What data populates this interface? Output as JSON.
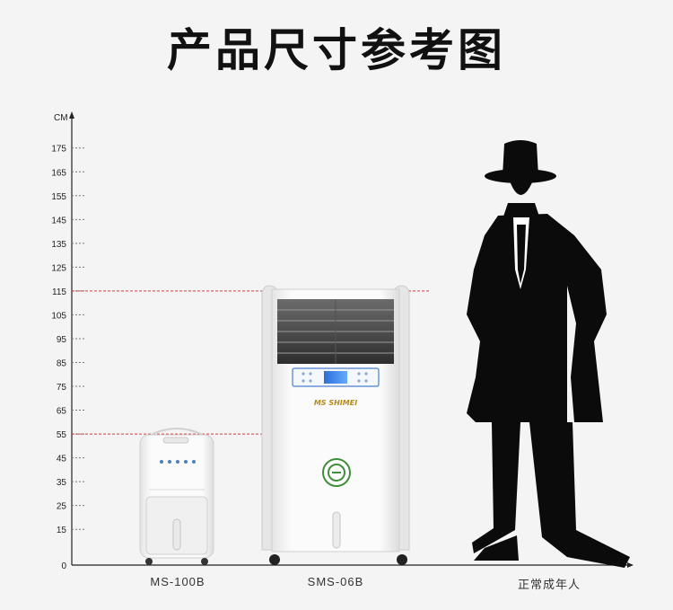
{
  "title": "产品尺寸参考图",
  "subtitle": "",
  "axis": {
    "unit": "CM",
    "ticks": [
      0,
      15,
      25,
      35,
      45,
      55,
      65,
      75,
      85,
      95,
      105,
      115,
      125,
      135,
      145,
      155,
      165,
      175
    ],
    "reference_lines": [
      55,
      115
    ]
  },
  "items": [
    {
      "label": "MS-100B",
      "height_cm": 55
    },
    {
      "label": "SMS-06B",
      "height_cm": 115
    },
    {
      "label": "正常成年人",
      "height_cm": 170
    }
  ],
  "brand": "MS SHIMEI",
  "colors": {
    "reference_line": "#d23c3c",
    "silhouette": "#0b0b0b",
    "appliance_body": "#ffffff",
    "panel_blue": "#3a7bd5",
    "badge_green": "#3f8f3a"
  }
}
